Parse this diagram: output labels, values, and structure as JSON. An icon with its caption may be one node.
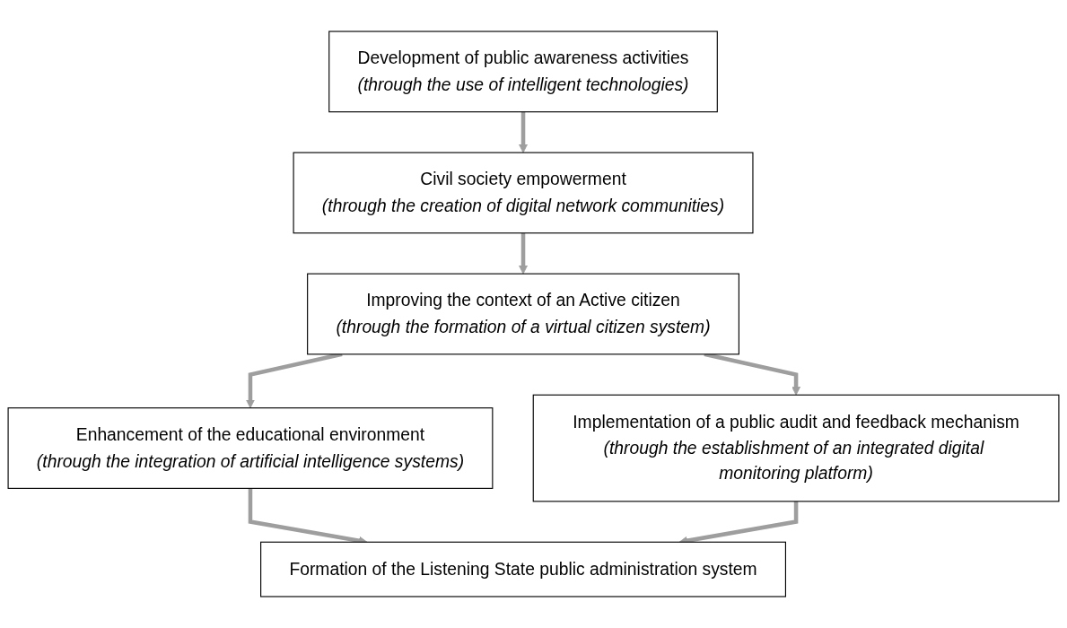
{
  "diagram": {
    "nodes": [
      {
        "text": [
          "Development of public awareness activities",
          "(through the use of intelligent technologies)"
        ]
      },
      {
        "text": [
          "Civil society empowerment",
          "(through the creation of digital network communities)"
        ]
      },
      {
        "text": [
          "Improving the context of an Active citizen",
          "(through the formation of a virtual citizen system)"
        ]
      },
      {
        "text": [
          "Enhancement of the educational environment",
          "(through the integration of artificial intelligence systems)"
        ]
      },
      {
        "text": [
          "Implementation of a public audit and feedback mechanism",
          "(through the establishment of an integrated digital monitoring platform)"
        ]
      },
      {
        "text": [
          "Formation of the Listening State public administration system"
        ]
      }
    ],
    "edges": [
      {
        "from": 0,
        "to": 1,
        "arrow": "to"
      },
      {
        "from": 1,
        "to": 2,
        "arrow": "to"
      },
      {
        "from": 2,
        "to": 3,
        "arrow": "to"
      },
      {
        "from": 2,
        "to": 4,
        "arrow": "to"
      },
      {
        "from": 3,
        "to": 5,
        "arrow": "to"
      },
      {
        "from": 4,
        "to": 5,
        "arrow": "to"
      }
    ]
  }
}
